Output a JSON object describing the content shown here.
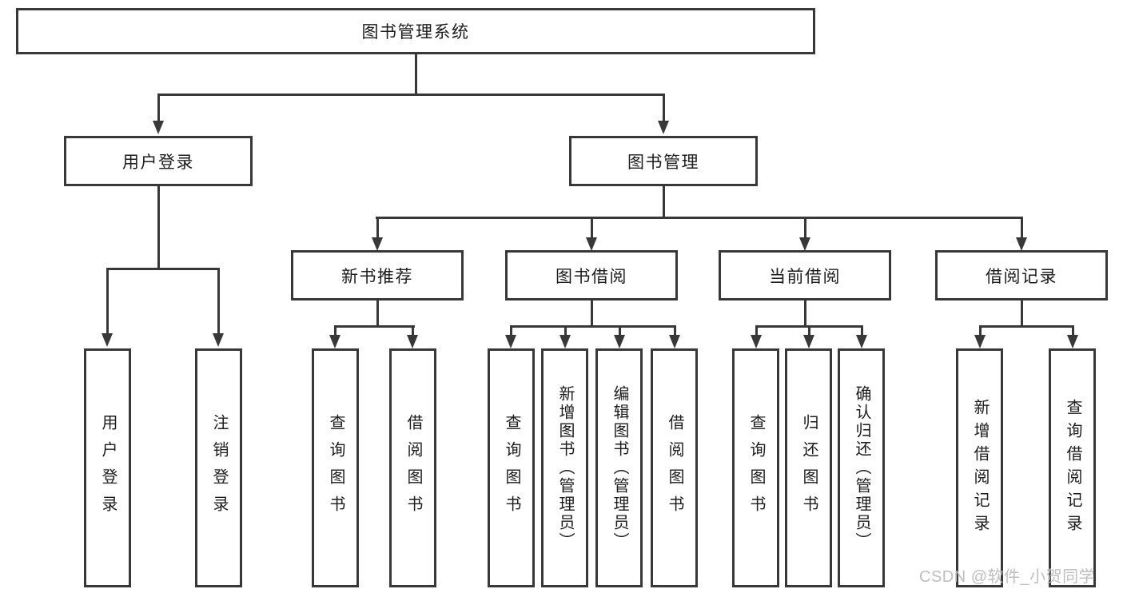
{
  "colors": {
    "line": "#383838",
    "box_border": "#383838",
    "text": "#1c1c1c",
    "background": "#ffffff",
    "watermark": "#bababa"
  },
  "diagram": {
    "root": {
      "label": "图书管理系统"
    },
    "branches": [
      {
        "label": "用户登录",
        "children": [
          {
            "label": "用户登录"
          },
          {
            "label": "注销登录"
          }
        ]
      },
      {
        "label": "图书管理",
        "children": [
          {
            "label": "新书推荐",
            "children": [
              {
                "label": "查询图书"
              },
              {
                "label": "借阅图书"
              }
            ]
          },
          {
            "label": "图书借阅",
            "children": [
              {
                "label": "查询图书"
              },
              {
                "label": "新增图书（管理员）"
              },
              {
                "label": "编辑图书（管理员）"
              },
              {
                "label": "借阅图书"
              }
            ]
          },
          {
            "label": "当前借阅",
            "children": [
              {
                "label": "查询图书"
              },
              {
                "label": "归还图书"
              },
              {
                "label": "确认归还（管理员）"
              }
            ]
          },
          {
            "label": "借阅记录",
            "children": [
              {
                "label": "新增借阅记录"
              },
              {
                "label": "查询借阅记录"
              }
            ]
          }
        ]
      }
    ]
  },
  "watermark": {
    "text": "CSDN @软件_小贺同学"
  }
}
